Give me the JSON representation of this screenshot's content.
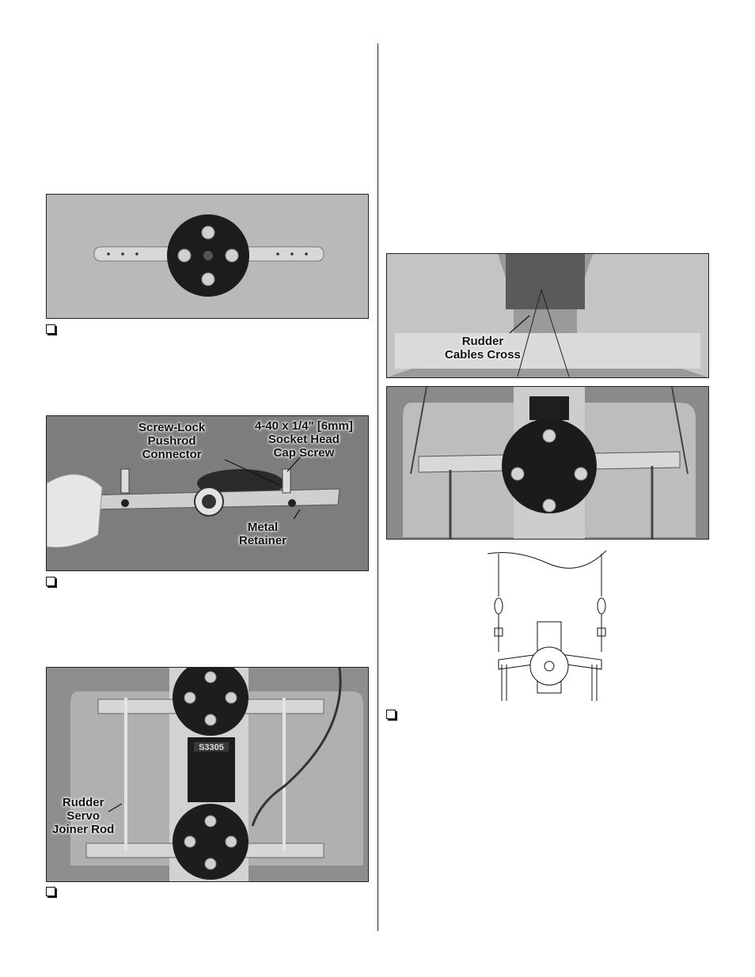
{
  "figures": {
    "horn_wheel": {},
    "connector": {
      "label_screw_lock_1": "Screw-Lock",
      "label_screw_lock_2": "Pushrod",
      "label_screw_lock_3": "Connector",
      "label_cap_1": "4-40 x 1/4\" [6mm]",
      "label_cap_2": "Socket Head",
      "label_cap_3": "Cap Screw",
      "label_metal_1": "Metal",
      "label_metal_2": "Retainer"
    },
    "servo_pair": {
      "servo_model": "S3305",
      "label_joiner_1": "Rudder",
      "label_joiner_2": "Servo",
      "label_joiner_3": "Joiner Rod"
    },
    "fuselage": {
      "label_cables_1": "Rudder",
      "label_cables_2": "Cables Cross"
    },
    "rudder_servo": {},
    "diagram": {}
  }
}
